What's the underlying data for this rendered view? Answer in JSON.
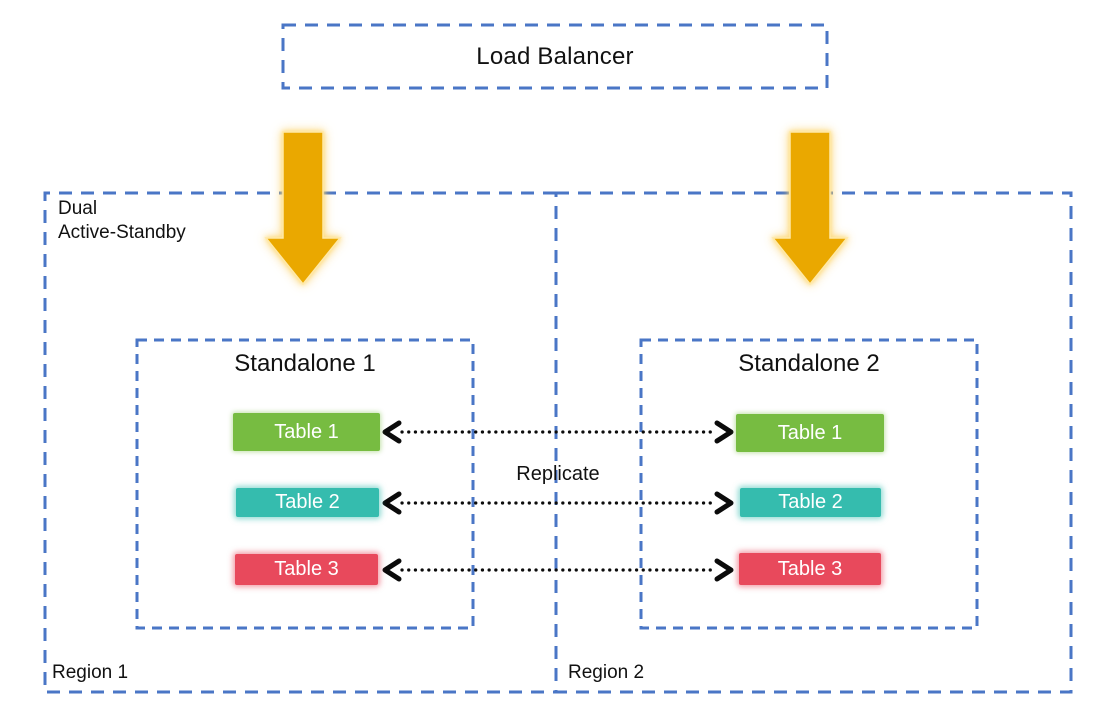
{
  "colors": {
    "border-blue": "#4A76C6",
    "arrow-gold": "#EAA800",
    "table-green": "#77BC41",
    "table-teal": "#35BCAE",
    "table-red": "#E8495C",
    "text-black": "#111111",
    "table-text": "#FFFFFF"
  },
  "load_balancer": {
    "label": "Load Balancer"
  },
  "cluster": {
    "label_line1": "Dual",
    "label_line2": "Active-Standby"
  },
  "replicate": {
    "label": "Replicate"
  },
  "regions": [
    {
      "label": "Region 1",
      "standalone": {
        "title": "Standalone 1",
        "tables": [
          "Table 1",
          "Table 2",
          "Table 3"
        ]
      }
    },
    {
      "label": "Region 2",
      "standalone": {
        "title": "Standalone 2",
        "tables": [
          "Table 1",
          "Table 2",
          "Table 3"
        ]
      }
    }
  ]
}
